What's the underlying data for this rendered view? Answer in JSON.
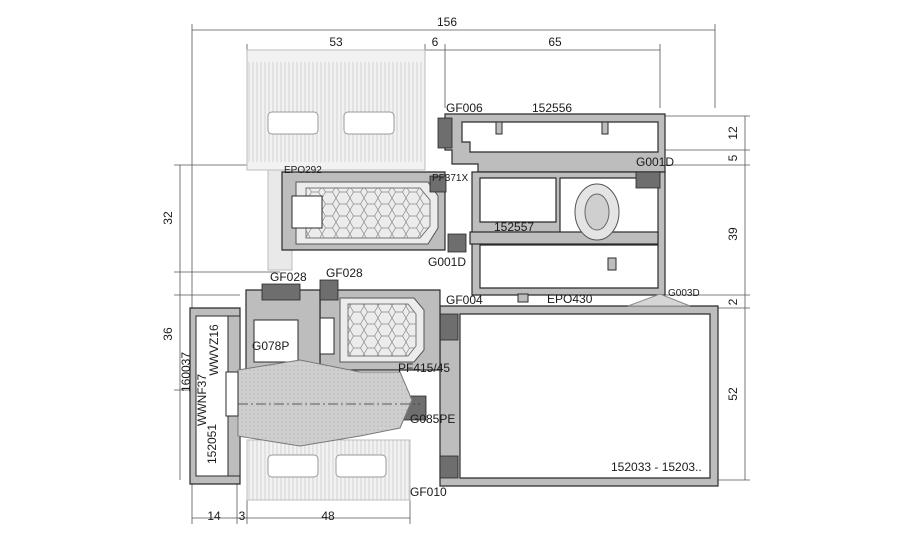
{
  "dimensions": {
    "top_overall": "156",
    "top_53": "53",
    "top_6": "6",
    "top_65": "65",
    "bottom_14": "14",
    "bottom_3": "3",
    "bottom_48": "48",
    "right_12": "12",
    "right_5": "5",
    "right_39": "39",
    "right_2": "2",
    "right_52": "52",
    "left_32": "32",
    "left_36": "36"
  },
  "labels": {
    "gf006": "GF006",
    "p152556": "152556",
    "epo292": "EPO292",
    "pf371x": "PF371X",
    "g001d_top": "G001D",
    "p152557": "152557",
    "g001d_mid": "G001D",
    "gf028_a": "GF028",
    "gf028_b": "GF028",
    "g078p": "G078P",
    "gf004": "GF004",
    "epo430": "EPO430",
    "g003d": "G003D",
    "pf415": "PF415/45",
    "g085pe": "G085PE",
    "p152033": "152033 - 15203..",
    "gf010": "GF010",
    "v160037": "160037",
    "vwwnf37": "WWNF37",
    "vwwvz16": "WWVZ16",
    "v152051": "152051"
  }
}
